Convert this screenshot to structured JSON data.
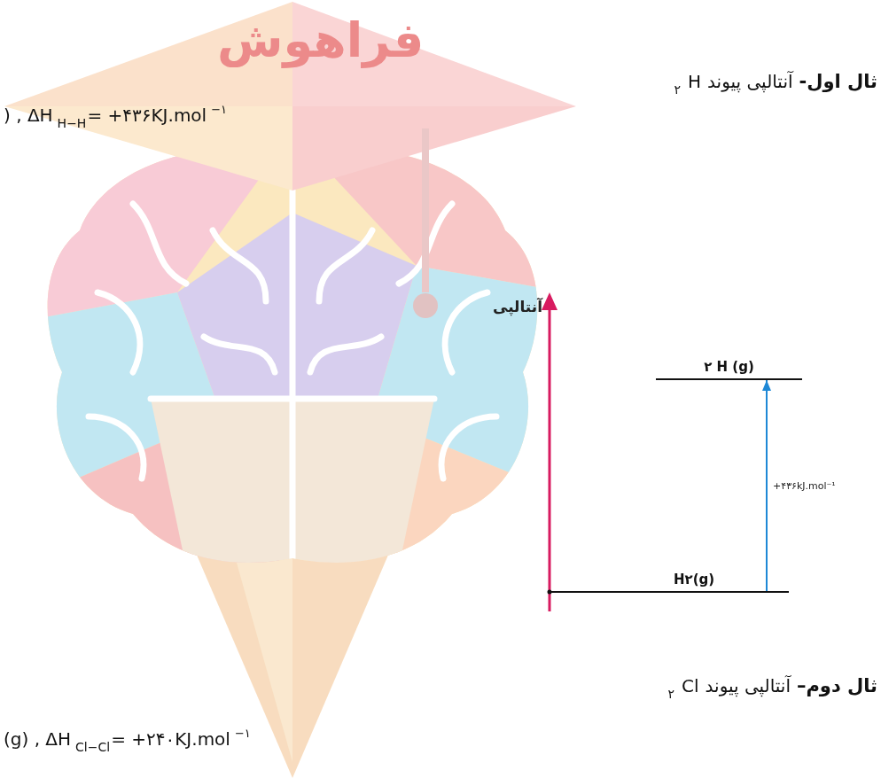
{
  "diagram": {
    "nodes": [
      {
        "text": [
          "۲ H (g)"
        ]
      },
      {
        "text": [
          "H۲(g)"
        ]
      }
    ],
    "edges": [
      {
        "from": 1,
        "to": 0,
        "arrow": "to",
        "label": "+۴۳۶kJ.mol⁻¹"
      }
    ],
    "labels": [
      "فراهوش",
      "ثال اول-",
      "آنتالپی پیوند",
      "H",
      "۲",
      ") , ΔH",
      "H−H",
      "= +۴۳۶KJ.mol",
      "−۱",
      "آنتالپی",
      "ثال دوم–",
      "آنتالپی پیوند",
      "Cl",
      "۲",
      "(g) , ΔH",
      "Cl−Cl",
      "= +۲۴۰KJ.mol",
      "−۱"
    ]
  }
}
